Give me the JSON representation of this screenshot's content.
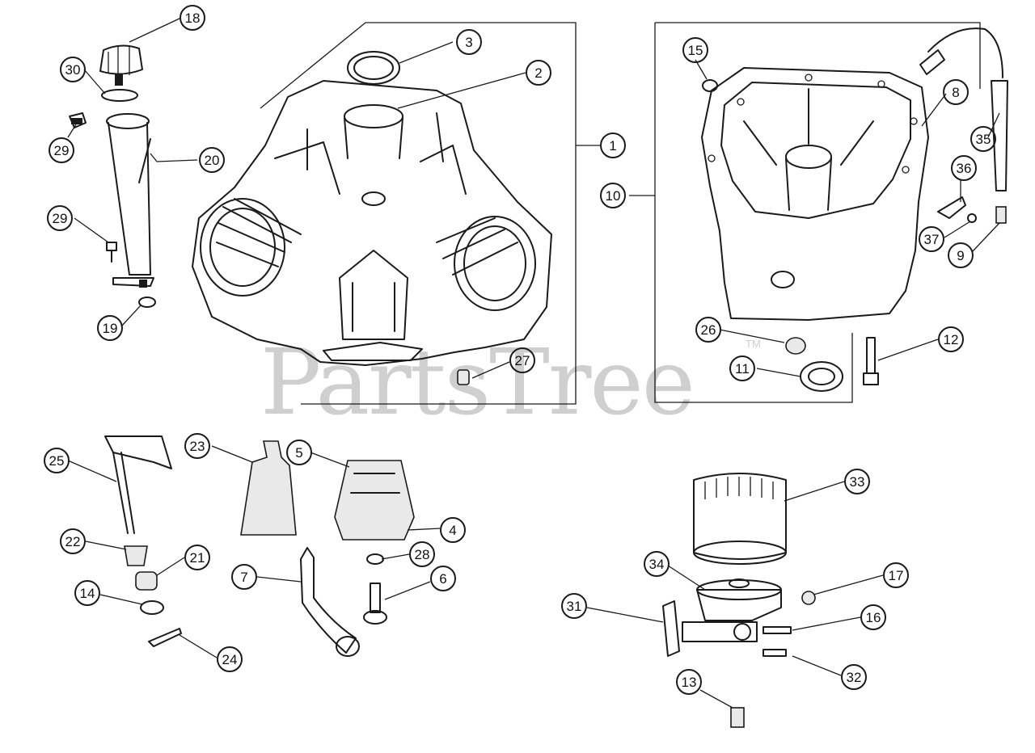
{
  "watermark": {
    "text": "PartsTree",
    "trademark": "TM"
  },
  "callouts": [
    {
      "id": "18",
      "label": "18"
    },
    {
      "id": "30",
      "label": "30"
    },
    {
      "id": "29a",
      "label": "29"
    },
    {
      "id": "20",
      "label": "20"
    },
    {
      "id": "29b",
      "label": "29"
    },
    {
      "id": "19",
      "label": "19"
    },
    {
      "id": "3",
      "label": "3"
    },
    {
      "id": "2",
      "label": "2"
    },
    {
      "id": "1",
      "label": "1"
    },
    {
      "id": "27",
      "label": "27"
    },
    {
      "id": "15",
      "label": "15"
    },
    {
      "id": "8",
      "label": "8"
    },
    {
      "id": "35",
      "label": "35"
    },
    {
      "id": "36",
      "label": "36"
    },
    {
      "id": "10",
      "label": "10"
    },
    {
      "id": "37",
      "label": "37"
    },
    {
      "id": "9",
      "label": "9"
    },
    {
      "id": "26",
      "label": "26"
    },
    {
      "id": "12",
      "label": "12"
    },
    {
      "id": "11",
      "label": "11"
    },
    {
      "id": "25",
      "label": "25"
    },
    {
      "id": "23",
      "label": "23"
    },
    {
      "id": "5",
      "label": "5"
    },
    {
      "id": "22",
      "label": "22"
    },
    {
      "id": "21",
      "label": "21"
    },
    {
      "id": "4",
      "label": "4"
    },
    {
      "id": "28",
      "label": "28"
    },
    {
      "id": "14",
      "label": "14"
    },
    {
      "id": "7",
      "label": "7"
    },
    {
      "id": "6",
      "label": "6"
    },
    {
      "id": "24",
      "label": "24"
    },
    {
      "id": "33",
      "label": "33"
    },
    {
      "id": "34",
      "label": "34"
    },
    {
      "id": "17",
      "label": "17"
    },
    {
      "id": "31",
      "label": "31"
    },
    {
      "id": "16",
      "label": "16"
    },
    {
      "id": "32",
      "label": "32"
    },
    {
      "id": "13",
      "label": "13"
    }
  ]
}
